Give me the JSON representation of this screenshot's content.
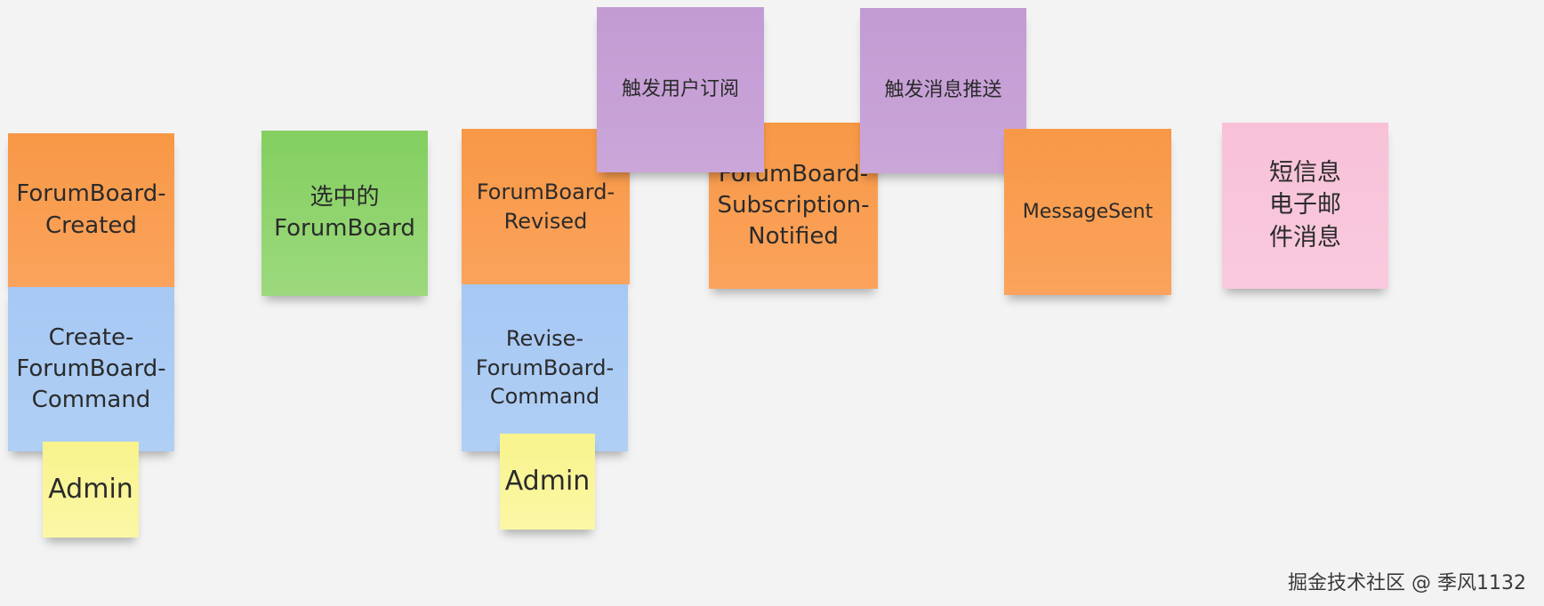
{
  "board": {
    "notes": {
      "forumboard_created": "ForumBoard-\nCreated",
      "create_forumboard_command": "Create-\nForumBoard-\nCommand",
      "admin_1": "Admin",
      "selected_forumboard": "选中的\nForumBoard",
      "forumboard_revised": "ForumBoard-\nRevised",
      "revise_forumboard_command": "Revise-\nForumBoard-\nCommand",
      "admin_2": "Admin",
      "trigger_user_subscription": "触发用户订阅",
      "forumboard_subscription_notified": "ForumBoard-\nSubscription-\nNotified",
      "trigger_message_push": "触发消息推送",
      "message_sent": "MessageSent",
      "sms_email_messages": "短信息\n电子邮\n件消息"
    },
    "colors": {
      "event": "#f79846",
      "command": "#a6c8f3",
      "read_model": "#83cf5f",
      "policy": "#c39bd3",
      "external": "#f8c1d8",
      "actor": "#f8f38c"
    }
  },
  "watermark": "掘金技术社区 @ 季风1132"
}
